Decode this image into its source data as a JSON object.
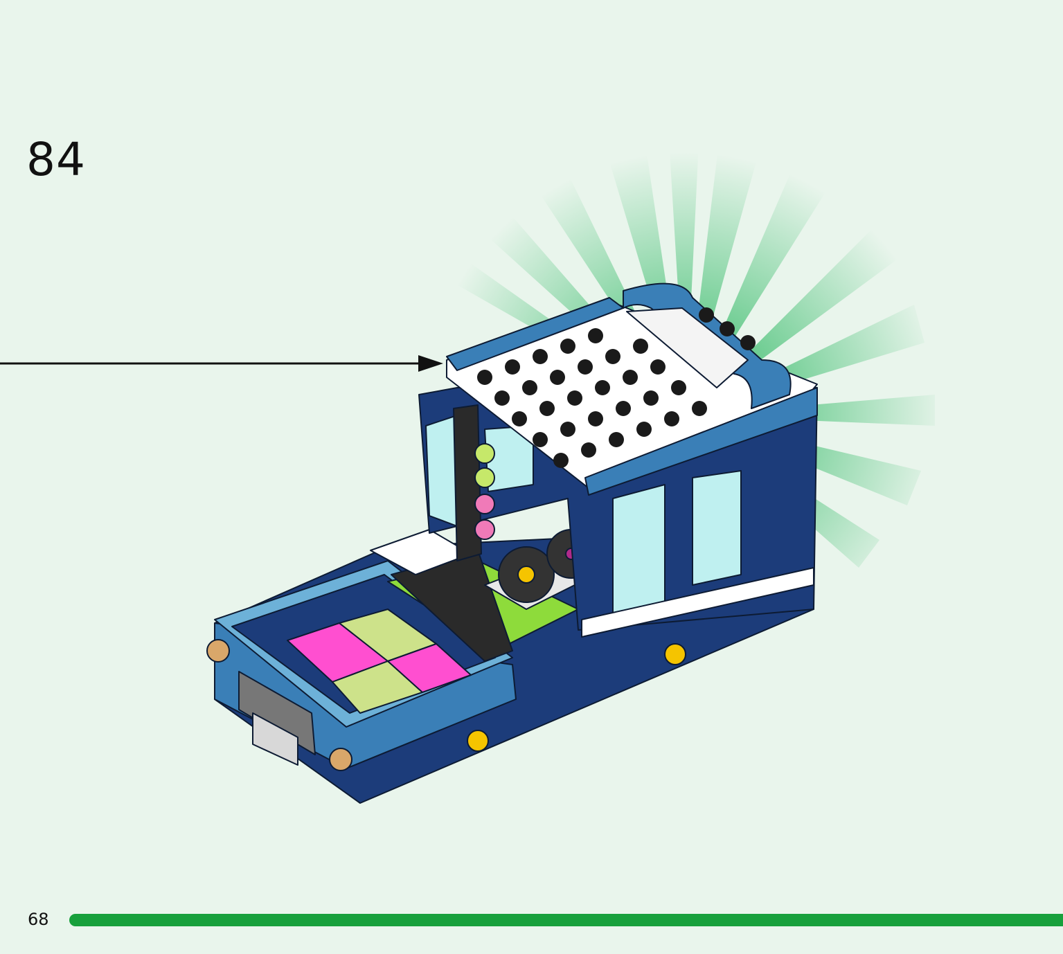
{
  "step": {
    "number": "84"
  },
  "footer": {
    "page_number": "68",
    "progress_fraction": 1.0
  },
  "colors": {
    "background": "#e9f5ec",
    "progress_bar": "#17a03c",
    "burst": "#5fc887",
    "vehicle_dark_blue": "#1c3c7a",
    "vehicle_medium_blue": "#3a7fb7",
    "vehicle_light_blue": "#6db1d8",
    "plate_white": "#ffffff",
    "stud_black": "#1a1a1a",
    "floor_pink": "#ff4fd0",
    "floor_green": "#cde28a",
    "lime": "#8edb3b",
    "glass": "#bff0f0",
    "light_yellow_green": "#c6e86a",
    "light_pink": "#f07ab8",
    "pin_yellow": "#f5c400",
    "headlight_tan": "#d9a76a"
  },
  "icons": [
    "callout-arrow-icon",
    "highlight-burst-icon",
    "turntable-icon"
  ]
}
